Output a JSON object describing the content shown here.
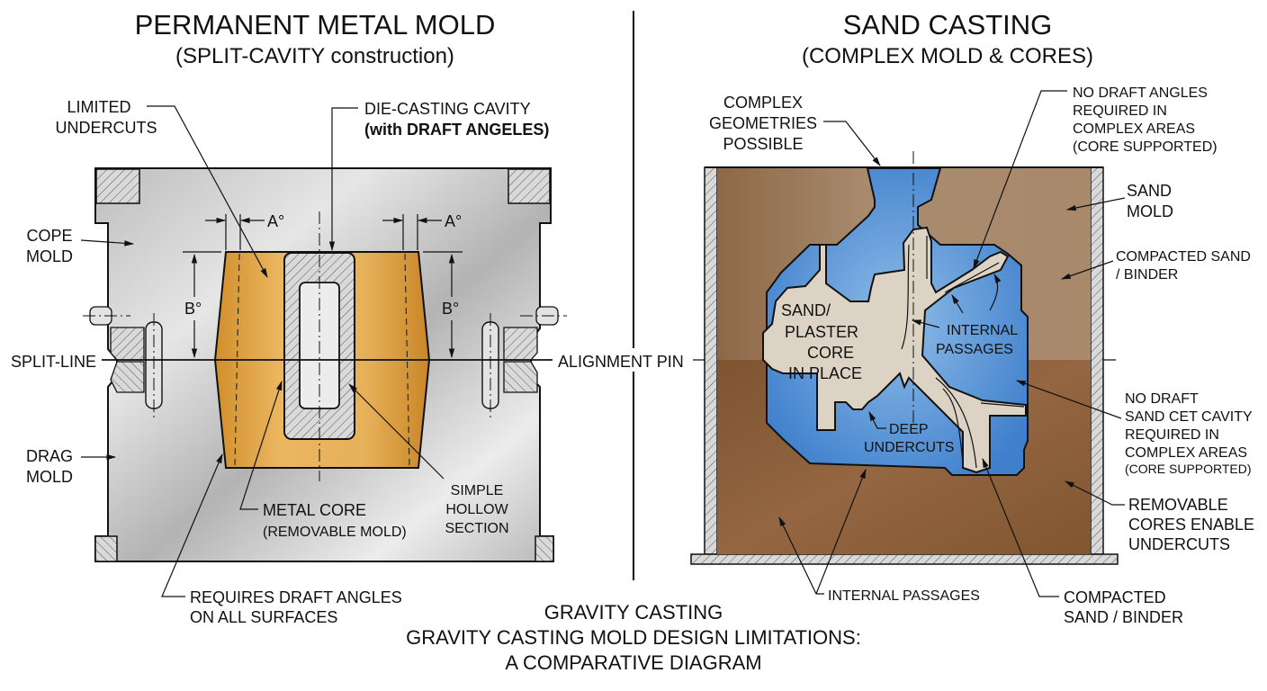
{
  "left_panel": {
    "title": "PERMANENT METAL MOLD",
    "subtitle": "(SPLIT-CAVITY construction)",
    "labels": {
      "limited_undercuts": [
        "LIMITED",
        "UNDERCUTS"
      ],
      "die_casting_cavity": [
        "DIE-CASTING CAVITY",
        "(with ",
        "DRAFT ANGELES",
        ")"
      ],
      "cope_mold": [
        "COPE",
        "MOLD"
      ],
      "split_line": "SPLIT-LINE",
      "drag_mold": [
        "DRAG",
        "MOLD"
      ],
      "metal_core": [
        "METAL CORE",
        "(REMOVABLE MOLD)"
      ],
      "simple_hollow": [
        "SIMPLE",
        "HOLLOW",
        "SECTION"
      ],
      "requires_draft": [
        "REQUIRES DRAFT ANGLES",
        "ON ALL SURFACES"
      ],
      "dim_a": "A°",
      "dim_b": "B°"
    }
  },
  "center": {
    "alignment_pin": "ALIGNMENT PIN"
  },
  "right_panel": {
    "title": "SAND CASTING",
    "subtitle": "(COMPLEX MOLD & CORES)",
    "labels": {
      "complex_geometries": [
        "COMPLEX",
        "GEOMETRIES",
        "POSSIBLE"
      ],
      "no_draft_top": [
        "NO DRAFT ANGLES",
        "REQUIRED IN",
        "COMPLEX AREAS",
        "(CORE SUPPORTED)"
      ],
      "sand_mold": [
        "SAND",
        "MOLD"
      ],
      "compacted_sand_right": [
        "COMPACTED SAND",
        "/ BINDER"
      ],
      "sand_core": [
        "SAND/",
        "PLASTER",
        "CORE",
        "IN PLACE"
      ],
      "internal_passages_inner": [
        "INTERNAL",
        "PASSAGES"
      ],
      "deep_undercuts": [
        "DEEP",
        "UNDERCUTS"
      ],
      "no_draft_bottom": [
        "NO DRAFT",
        "SAND CET CAVITY",
        "REQUIRED IN",
        "COMPLEX AREAS",
        "(CORE SUPPORTED)"
      ],
      "removable_cores": [
        "REMOVABLE",
        "CORES ENABLE",
        "UNDERCUTS"
      ],
      "internal_passages_bottom": "INTERNAL PASSAGES",
      "compacted_sand_bottom": [
        "COMPACTED",
        "SAND / BINDER"
      ]
    }
  },
  "footer": {
    "line1": "GRAVITY CASTING",
    "line2": "GRAVITY CASTING MOLD DESIGN LIMITATIONS:",
    "line3": "A COMPARATIVE DIAGRAM"
  },
  "colors": {
    "steel_light": "#e8e8e8",
    "steel_dark": "#a9a9a9",
    "casting_gold": "#e0a444",
    "sand_light": "#a88a6e",
    "sand_dark": "#8a5e38",
    "metal_blue": "#4f8fd6",
    "core_beige": "#ddd3c4"
  }
}
